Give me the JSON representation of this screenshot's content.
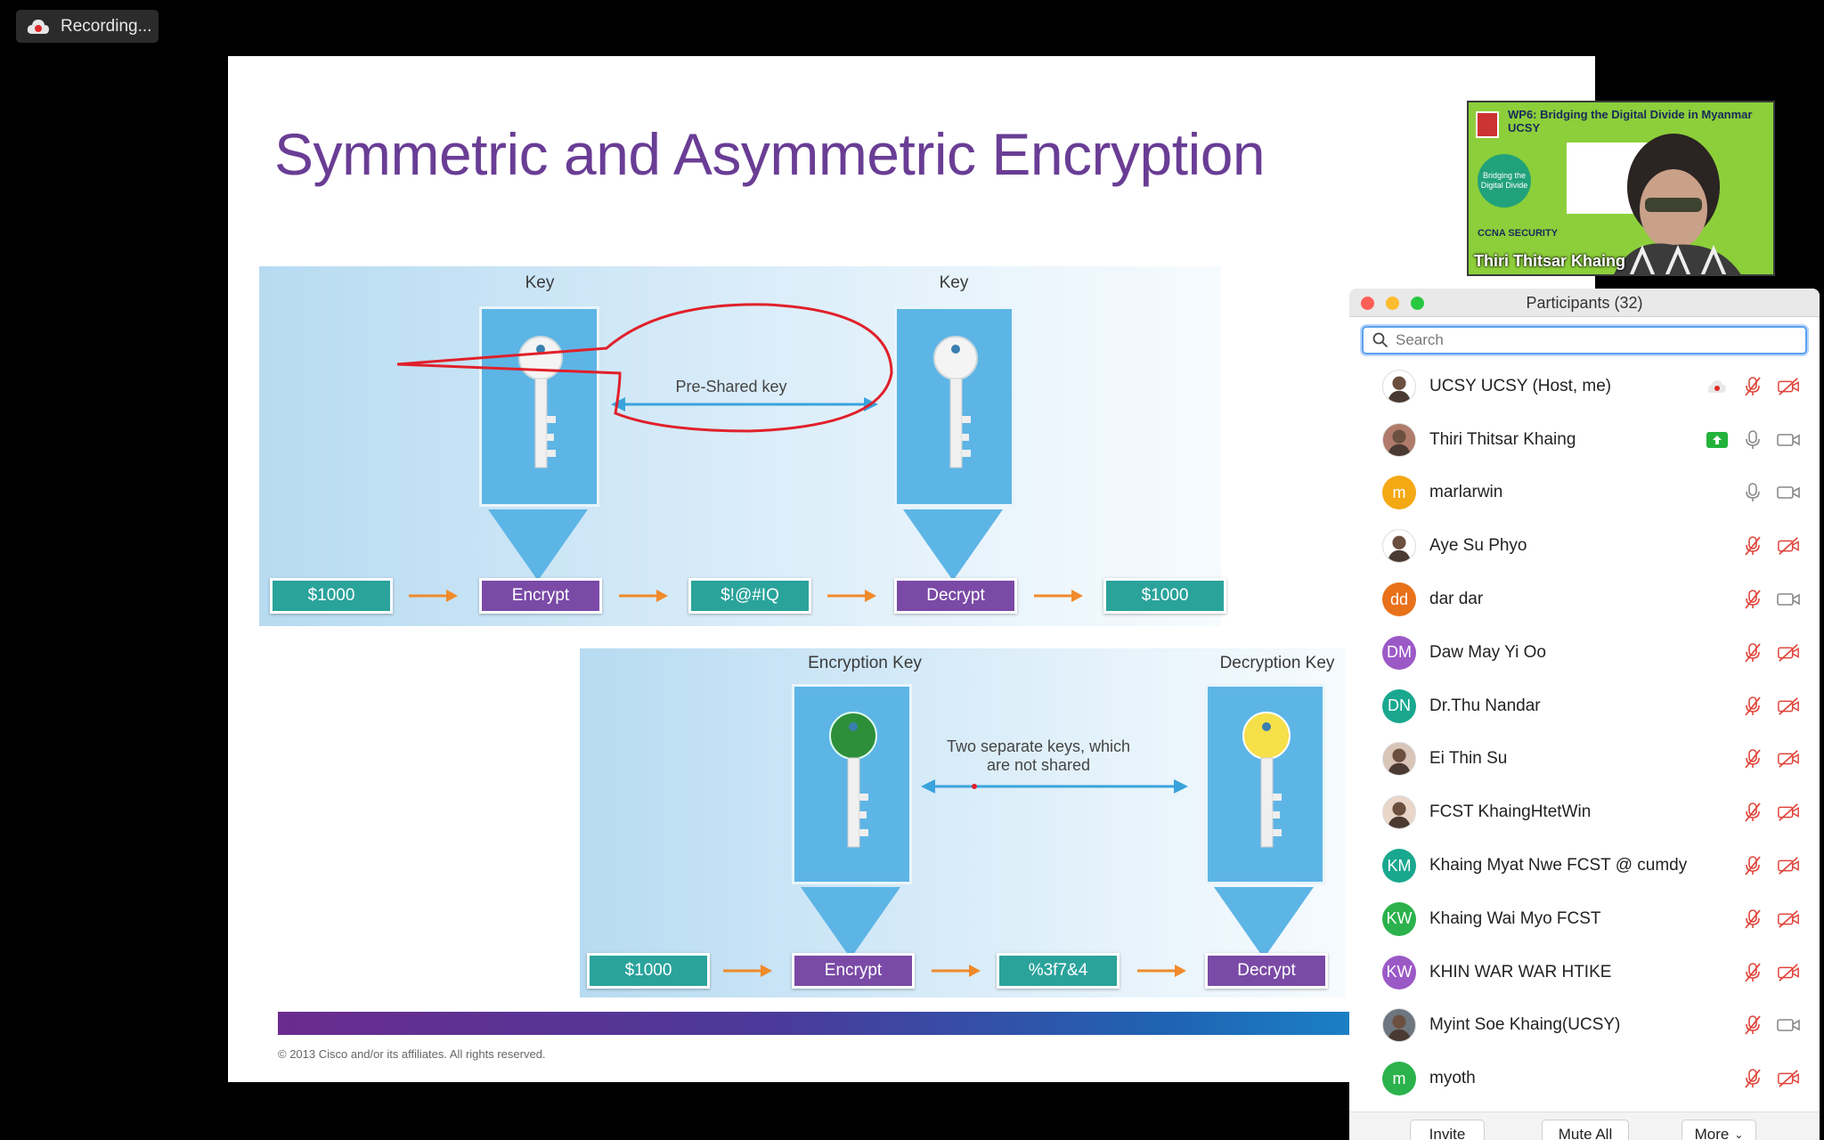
{
  "recording": {
    "label": "Recording..."
  },
  "slide": {
    "title_part1": "Symmetric and Asymmetric Encryption",
    "title_part2": "",
    "sym": {
      "key_label_left": "Key",
      "key_label_right": "Key",
      "arrow_label": "Pre-Shared key",
      "flow": [
        "$1000",
        "Encrypt",
        "$!@#IQ",
        "Decrypt",
        "$1000"
      ]
    },
    "asym": {
      "key_label_left": "Encryption Key",
      "key_label_right": "Decryption Key",
      "arrow_label_line1": "Two separate keys, which",
      "arrow_label_line2": "are not shared",
      "flow": [
        "$1000",
        "Encrypt",
        "%3f7&4",
        "Decrypt"
      ]
    },
    "copyright": "© 2013 Cisco and/or its affiliates. All rights reserved."
  },
  "video": {
    "title": "WP6: Bridging the Digital Divide in Myanmar UCSY",
    "circle_text": "Bridging the Digital Divide",
    "subtitle": "CCNA SECURITY",
    "name": "Thiri Thitsar Khaing"
  },
  "participants": {
    "title": "Participants (32)",
    "search_placeholder": "Search",
    "list": [
      {
        "name": "UCSY UCSY (Host, me)",
        "initials": "",
        "color": "#ffffff",
        "mic": "muted",
        "video": "off",
        "extra": "recording"
      },
      {
        "name": "Thiri Thitsar Khaing",
        "initials": "",
        "color": "#b07b6a",
        "mic": "on",
        "video": "on",
        "extra": "share"
      },
      {
        "name": "marlarwin",
        "initials": "m",
        "color": "#f4a814",
        "mic": "on",
        "video": "on",
        "extra": ""
      },
      {
        "name": "Aye Su Phyo",
        "initials": "",
        "color": "#ffffff",
        "mic": "muted",
        "video": "off",
        "extra": ""
      },
      {
        "name": "dar dar",
        "initials": "dd",
        "color": "#e8711a",
        "mic": "muted",
        "video": "on",
        "extra": ""
      },
      {
        "name": "Daw May Yi Oo",
        "initials": "DM",
        "color": "#9b59c6",
        "mic": "muted",
        "video": "off",
        "extra": ""
      },
      {
        "name": "Dr.Thu Nandar",
        "initials": "DN",
        "color": "#19a88f",
        "mic": "muted",
        "video": "off",
        "extra": ""
      },
      {
        "name": "Ei Thin Su",
        "initials": "",
        "color": "#d9c4b8",
        "mic": "muted",
        "video": "off",
        "extra": ""
      },
      {
        "name": "FCST KhaingHtetWin",
        "initials": "",
        "color": "#e9d6c9",
        "mic": "muted",
        "video": "off",
        "extra": ""
      },
      {
        "name": "Khaing Myat Nwe FCST @ cumdy",
        "initials": "KM",
        "color": "#19a88f",
        "mic": "muted",
        "video": "off",
        "extra": ""
      },
      {
        "name": "Khaing Wai Myo FCST",
        "initials": "KW",
        "color": "#2bb24c",
        "mic": "muted",
        "video": "off",
        "extra": ""
      },
      {
        "name": "KHIN WAR WAR HTIKE",
        "initials": "KW",
        "color": "#9b59c6",
        "mic": "muted",
        "video": "off",
        "extra": ""
      },
      {
        "name": "Myint Soe Khaing(UCSY)",
        "initials": "",
        "color": "#6e7680",
        "mic": "muted",
        "video": "on",
        "extra": ""
      },
      {
        "name": "myoth",
        "initials": "m",
        "color": "#2bb24c",
        "mic": "muted",
        "video": "off",
        "extra": ""
      }
    ],
    "buttons": {
      "invite": "Invite",
      "mute_all": "Mute All",
      "more": "More"
    }
  }
}
